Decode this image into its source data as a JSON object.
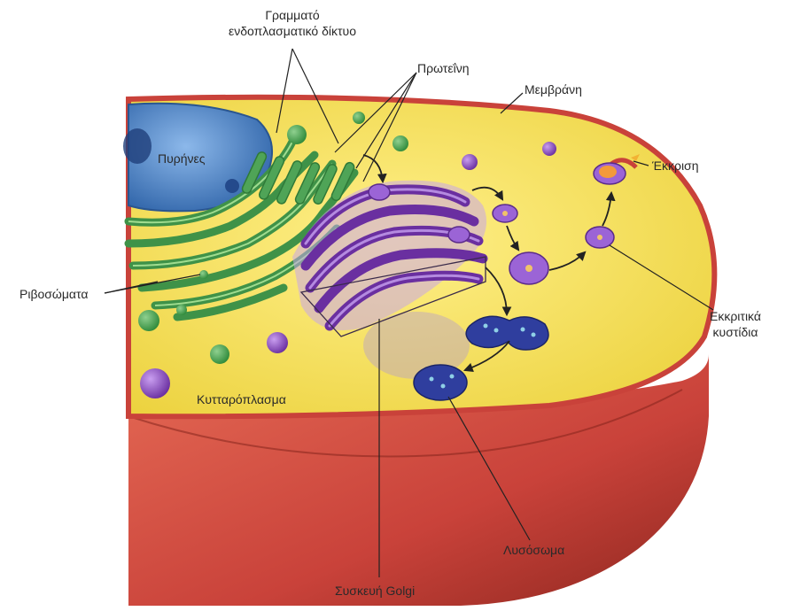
{
  "labels": {
    "rough_er_line1": "Γραμματό",
    "rough_er_line2": "ενδοπλασματικό δίκτυο",
    "protein": "Πρωτεΐνη",
    "membrane": "Μεμβράνη",
    "nucleus": "Πυρήνες",
    "secretion": "Έκκριση",
    "ribosomes": "Ριβοσώματα",
    "secretory_vesicles_line1": "Εκκριτικά",
    "secretory_vesicles_line2": "κυστίδια",
    "cytoplasm": "Κυτταρόπλασμα",
    "lysosome": "Λυσόσωμα",
    "golgi": "Συσκευή Golgi"
  },
  "colors": {
    "cytoplasm": "#f5e05a",
    "membrane_outer": "#c9423a",
    "membrane_shade": "#9e2d24",
    "nucleus": "#4f86c9",
    "er": "#4fa457",
    "golgi": "#8a4fbf",
    "vesicle": "#8e5fcf",
    "lysosome": "#2f3e9e"
  }
}
